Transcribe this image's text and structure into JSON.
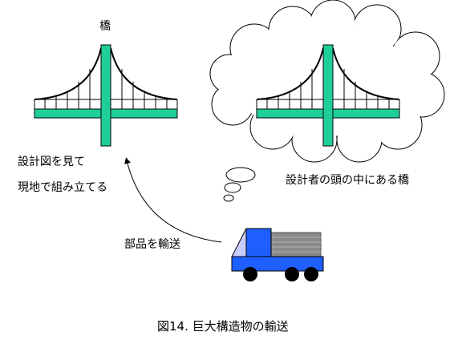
{
  "diagram": {
    "bridge_label": "橋",
    "drawing_caption_lines": [
      "設計図を見て",
      "現地で組み立てる"
    ],
    "designer_mind_label": "設計者の頭の中にある橋",
    "transport_label": "部品を輸送",
    "figure_caption": "図14. 巨大構造物の輸送"
  },
  "colors": {
    "bridge_green": "#1fcf9a",
    "truck_blue": "#1f5fff",
    "truck_window": "#c8ccff",
    "truck_load": "#8a8a8a",
    "wheel": "#000000",
    "stroke": "#000000",
    "cloud_fill": "#ffffff"
  },
  "icons": {
    "bridge": "suspension-bridge-icon",
    "cloud": "thought-cloud-icon",
    "truck": "truck-icon",
    "arrow": "curved-arrow-icon"
  }
}
